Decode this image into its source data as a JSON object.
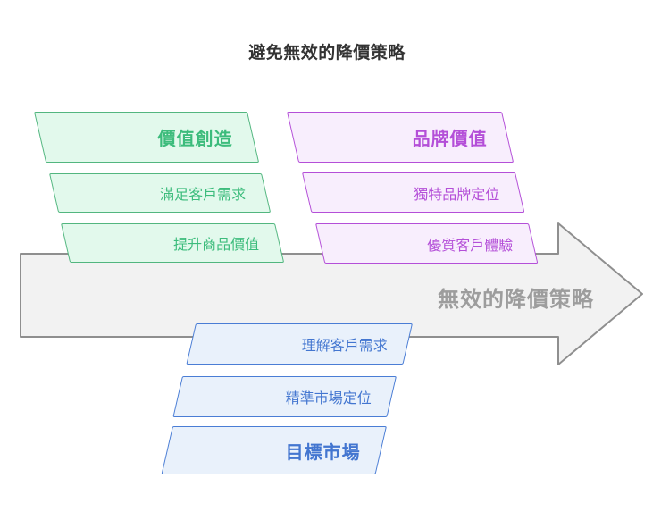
{
  "title": "避免無效的降價策略",
  "arrow": {
    "label": "無效的降價策略"
  },
  "groups": [
    {
      "name": "value-creation",
      "color": "green",
      "header": "價值創造",
      "items": [
        "滿足客戶需求",
        "提升商品價值"
      ]
    },
    {
      "name": "brand-value",
      "color": "purple",
      "header": "品牌價值",
      "items": [
        "獨特品牌定位",
        "優質客戶體驗"
      ]
    },
    {
      "name": "target-market",
      "color": "blue",
      "header": "目標市場",
      "items": [
        "理解客戶需求",
        "精準市場定位"
      ]
    }
  ],
  "colors": {
    "title_text": "#333333",
    "green_fill": "#e2f9ec",
    "green_stroke": "#52b67f",
    "green_text": "#3cbc7c",
    "purple_fill": "#f8eefd",
    "purple_stroke": "#b44fd8",
    "purple_text": "#b44fd8",
    "blue_fill": "#e9f1fb",
    "blue_stroke": "#4a7dd5",
    "blue_text": "#4376d0",
    "arrow_fill": "#f2f2f2",
    "arrow_stroke": "#8f8f8f",
    "arrow_text": "#9d9d9d"
  }
}
